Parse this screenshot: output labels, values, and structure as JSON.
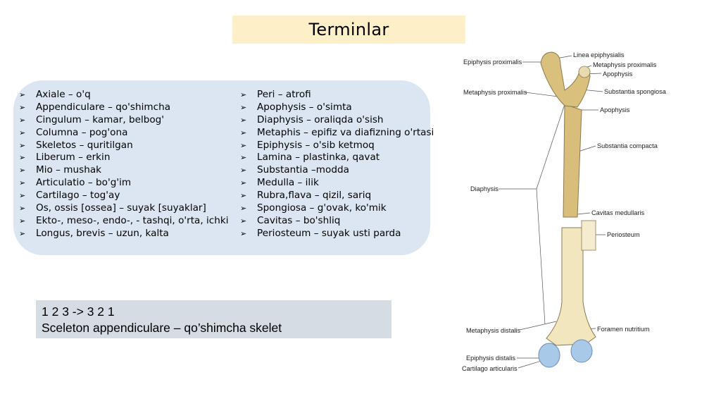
{
  "title": "Terminlar",
  "terms_left": [
    "Axiale – o'q",
    "Appendiculare – qo'shimcha",
    "Cingulum – kamar, belbog'",
    "Columna – pog'ona",
    "Skeletos – quritilgan",
    "Liberum – erkin",
    "Mio – mushak",
    "Articulatio – bo'g'im",
    "Cartilago – tog'ay",
    "Os, ossis [ossea] – suyak [suyaklar]",
    "Ekto-, meso-, endo-, - tashqi, o'rta, ichki",
    "Longus, brevis – uzun, kalta"
  ],
  "terms_right": [
    "Peri – atrofi",
    "Apophysis – o'simta",
    "Diaphysis – oraliqda o'sish",
    "Metaphis – epifiz va diafizning o'rtasi",
    "Epiphysis – o'sib ketmoq",
    "Lamina – plastinka, qavat",
    "Substantia –modda",
    "Medulla – ilik",
    "Rubra,flava – qizil, sariq",
    "Spongiosa – g'ovak, ko'mik",
    "Cavitas – bo'shliq",
    "Periosteum – suyak usti parda"
  ],
  "bullet_icon": "arrowhead-bullet-icon",
  "note": {
    "line1": "1 2 3 -> 3 2 1",
    "line2": "Sceleton appendiculare – qo’shimcha skelet"
  },
  "figure_labels": {
    "epiphysis_proximalis": "Epiphysis proximalis",
    "linea_epiphysialis": "Linea epiphysialis",
    "metaphysis_proximalis_right": "Metaphysis proximalis",
    "apophysis_top": "Apophysis",
    "metaphysis_proximalis_left": "Metaphysis proximalis",
    "substantia_spongiosa": "Substantia spongiosa",
    "apophysis_mid": "Apophysis",
    "substantia_compacta": "Substantia compacta",
    "diaphysis": "Diaphysis",
    "cavitas_medullaris": "Cavitas medullaris",
    "periosteum": "Periosteum",
    "metaphysis_distalis": "Metaphysis distalis",
    "foramen_nutritium": "Foramen nutritium",
    "epiphysis_distalis": "Epiphysis distalis",
    "cartilago_articularis": "Cartilago articularis"
  },
  "colors": {
    "title_bg": "#fdf0c8",
    "panel_bg": "#dce6f2",
    "note_bg": "#d6dce4",
    "bone": "#efe3b8",
    "cartilage": "#a9c9e8"
  }
}
